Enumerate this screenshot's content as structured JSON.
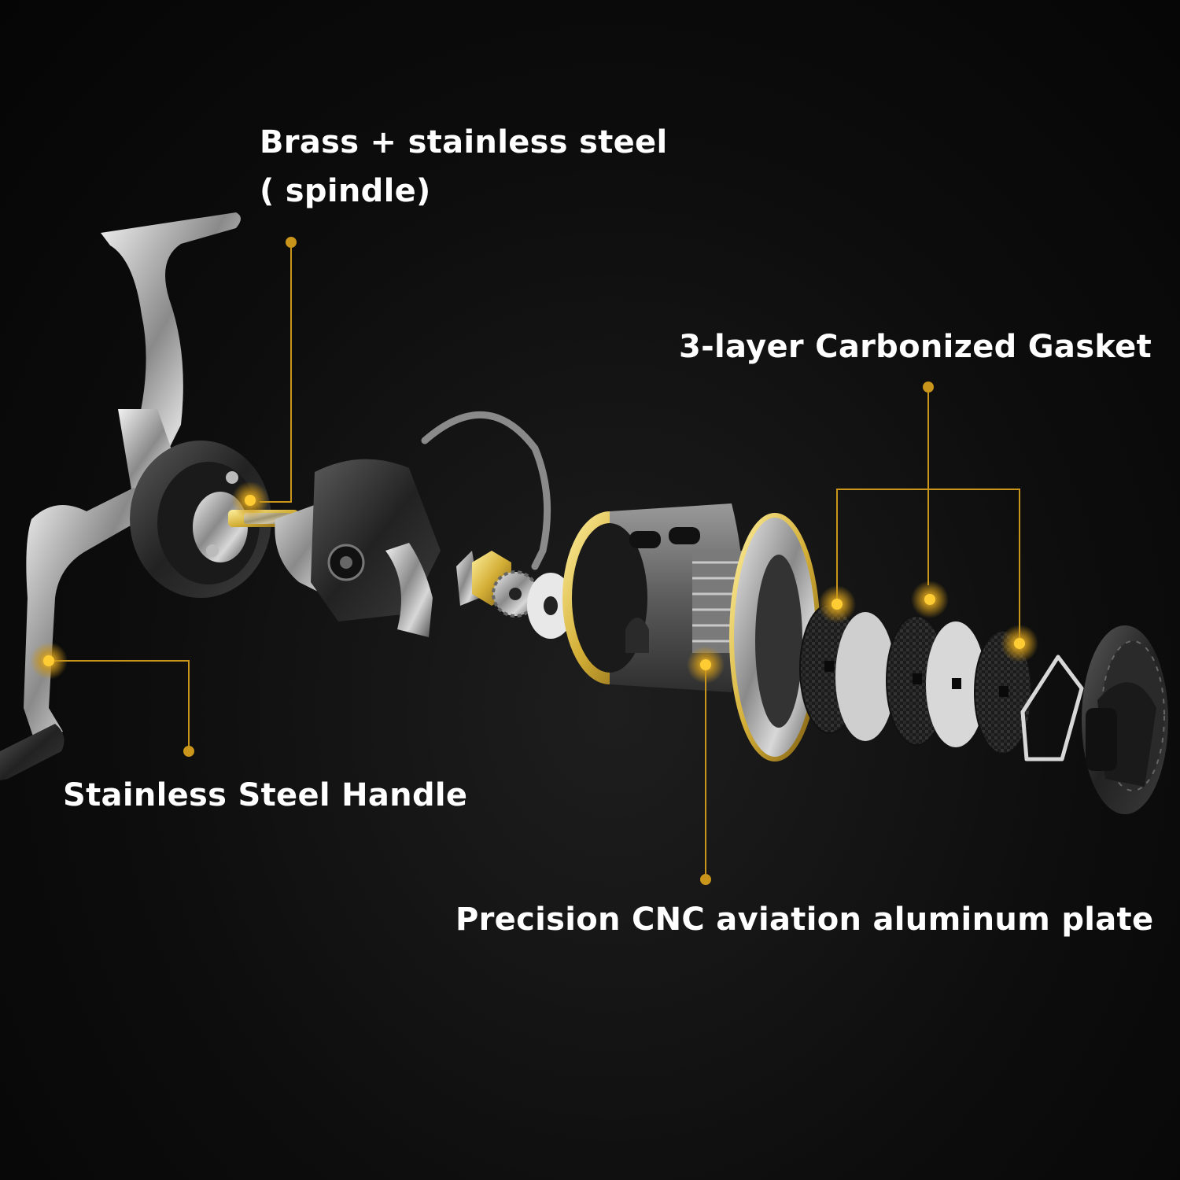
{
  "colors": {
    "background": "#0a0a0a",
    "callout_line": "#c9951a",
    "accent_gold": "#d4af37",
    "label_text": "#ffffff"
  },
  "callouts": {
    "spindle": {
      "line1": "Brass + stainless steel",
      "line2": "( spindle)"
    },
    "gasket": {
      "text": "3-layer Carbonized Gasket"
    },
    "handle": {
      "text": "Stainless Steel Handle"
    },
    "plate": {
      "text": "Precision CNC aviation aluminum plate"
    }
  }
}
